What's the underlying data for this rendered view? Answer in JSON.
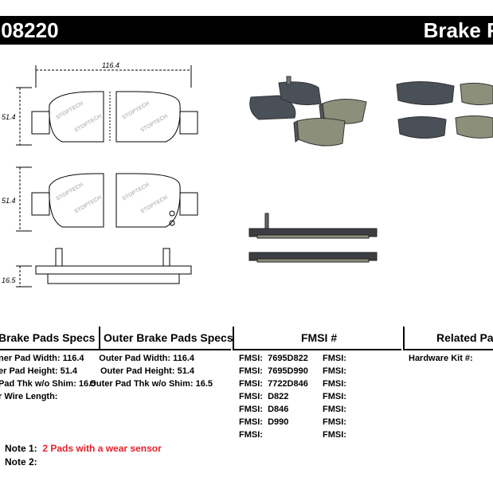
{
  "header": {
    "part_number": ".08220",
    "brand": "Brake F",
    "accent_color": "#000000"
  },
  "drawing": {
    "width_label": "116.4",
    "height_label_inner": "51.4",
    "height_label_outer": "51.4",
    "thickness_label": "16.5"
  },
  "columns": {
    "inner_title": "Brake Pads Specs",
    "outer_title": "Outer Brake Pads Specs",
    "fmsi_title": "FMSI #",
    "related_title": "Related Pa"
  },
  "inner_specs": [
    "ner Pad Width: 116.4",
    "er Pad Height: 51.4",
    "Pad Thk w/o Shim: 16.5",
    "r Wire Length:"
  ],
  "outer_specs": [
    {
      "label": "Outer Pad Width:",
      "value": "116.4"
    },
    {
      "label": "Outer Pad Height:",
      "value": "51.4"
    },
    {
      "label": "Outer Pad Thk w/o Shim:",
      "value": "16.5"
    }
  ],
  "fmsi_left": [
    {
      "label": "FMSI:",
      "value": "7695D822"
    },
    {
      "label": "FMSI:",
      "value": "7695D990"
    },
    {
      "label": "FMSI:",
      "value": "7722D846"
    },
    {
      "label": "FMSI:",
      "value": "D822"
    },
    {
      "label": "FMSI:",
      "value": "D846"
    },
    {
      "label": "FMSI:",
      "value": "D990"
    },
    {
      "label": "FMSI:",
      "value": ""
    }
  ],
  "fmsi_right": [
    "FMSI:",
    "FMSI:",
    "FMSI:",
    "FMSI:",
    "FMSI:",
    "FMSI:",
    "FMSI:"
  ],
  "related": {
    "hardware_label": "Hardware Kit #:"
  },
  "notes": {
    "note1_label": "Note 1:",
    "note1_value": "2 Pads with a wear sensor",
    "note1_color": "#e8202a",
    "note2_label": "Note 2:"
  }
}
